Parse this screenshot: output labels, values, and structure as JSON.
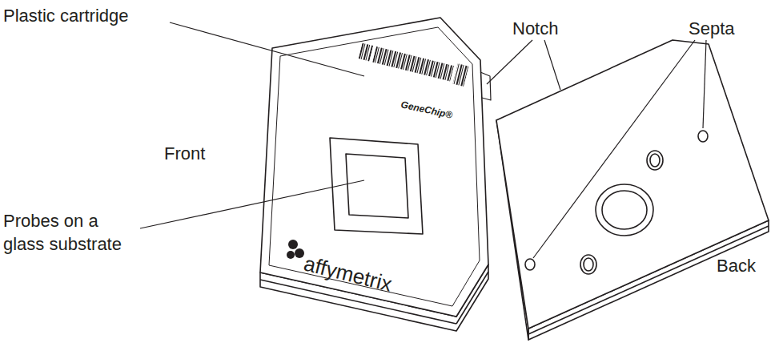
{
  "diagram": {
    "labels": [
      "Plastic cartridge",
      "Notch",
      "Septa",
      "Front",
      "Probes on a glass substrate",
      "Back",
      "GeneChip®",
      "affymetrix"
    ]
  }
}
